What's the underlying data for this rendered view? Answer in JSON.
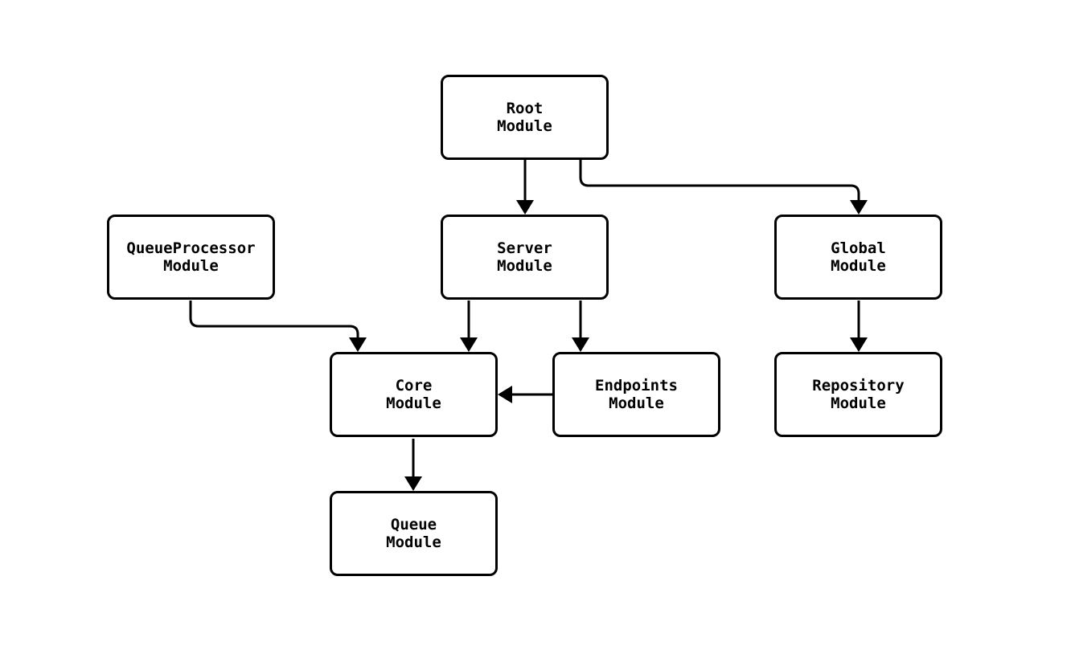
{
  "diagram": {
    "type": "flowchart",
    "background_color": "#ffffff",
    "line_color": "#000000",
    "node_fill_color": "#ffffff",
    "nodes": {
      "root": {
        "label": "Root\nModule"
      },
      "queueprocessor": {
        "label": "QueueProcessor\nModule"
      },
      "server": {
        "label": "Server\nModule"
      },
      "global": {
        "label": "Global\nModule"
      },
      "core": {
        "label": "Core\nModule"
      },
      "endpoints": {
        "label": "Endpoints\nModule"
      },
      "repository": {
        "label": "Repository\nModule"
      },
      "queue": {
        "label": "Queue\nModule"
      }
    },
    "edges": [
      {
        "from": "Root Module",
        "to": "Server Module"
      },
      {
        "from": "Root Module",
        "to": "Global Module"
      },
      {
        "from": "QueueProcessor Module",
        "to": "Core Module"
      },
      {
        "from": "Server Module",
        "to": "Core Module"
      },
      {
        "from": "Server Module",
        "to": "Endpoints Module"
      },
      {
        "from": "Endpoints Module",
        "to": "Core Module"
      },
      {
        "from": "Global Module",
        "to": "Repository Module"
      },
      {
        "from": "Core Module",
        "to": "Queue Module"
      }
    ]
  }
}
